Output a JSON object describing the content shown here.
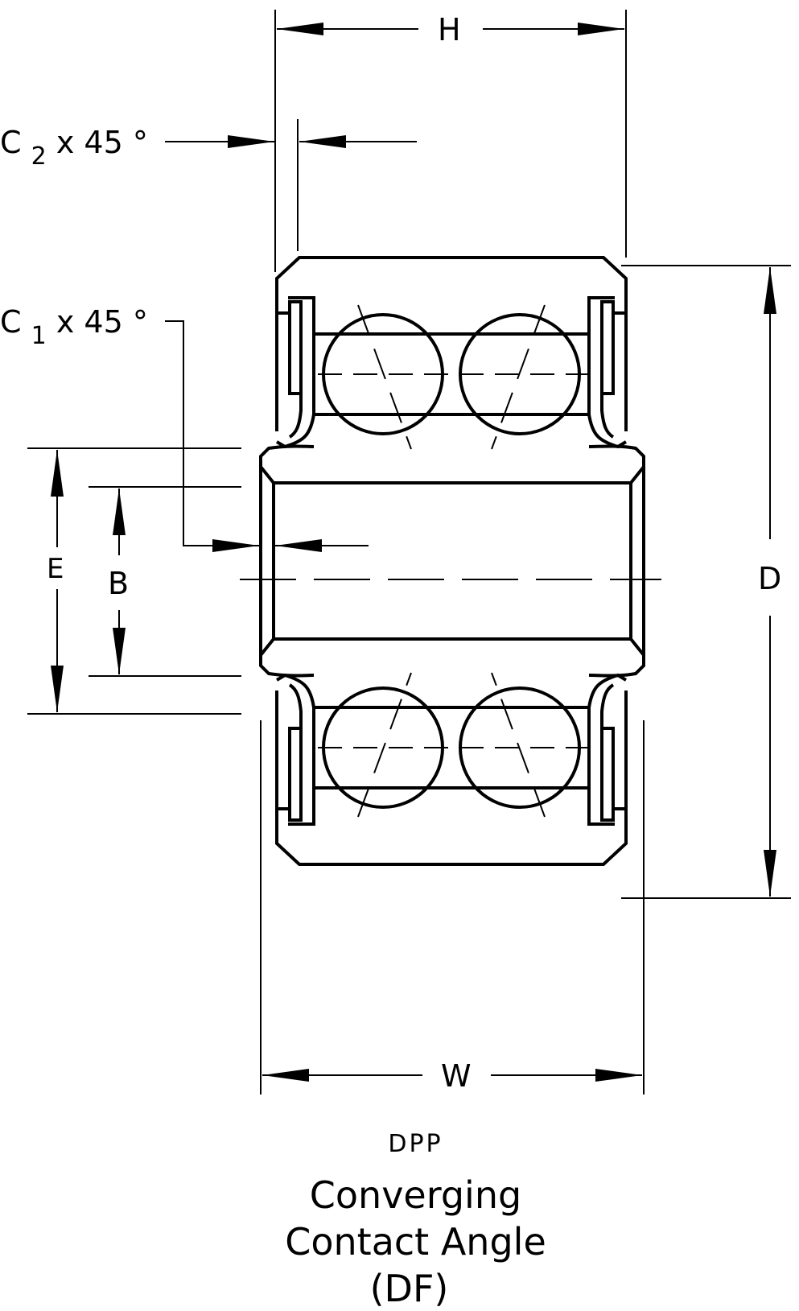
{
  "dimensions": {
    "H": "H",
    "W": "W",
    "D": "D",
    "E": "E",
    "B": "B",
    "C2": {
      "letter": "C",
      "sub": "2",
      "rest": "x 45 °"
    },
    "C1": {
      "letter": "C",
      "sub": "1",
      "rest": "x 45 °"
    }
  },
  "caption": {
    "code": "DPP",
    "line1": "Converging",
    "line2": "Contact Angle",
    "line3": "(DF)"
  }
}
